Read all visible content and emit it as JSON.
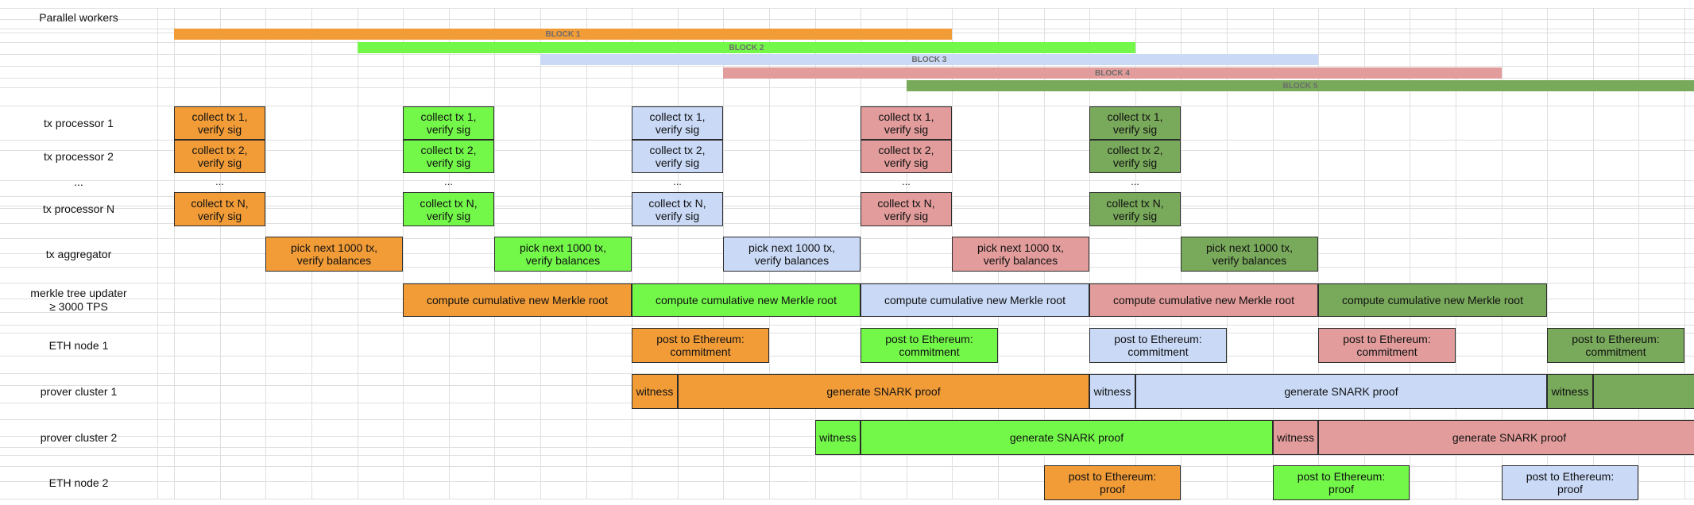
{
  "colors": {
    "orange": "#F29C38",
    "green": "#73F84A",
    "lightblue": "#C9D9F6",
    "pink": "#E19C9B",
    "darkgreen": "#79A95B",
    "grid": "#DFDFDF",
    "border": "#2B2B2B"
  },
  "header": {
    "title": "Parallel workers"
  },
  "blocks": [
    {
      "label": "BLOCK 1",
      "color": "orange"
    },
    {
      "label": "BLOCK 2",
      "color": "green"
    },
    {
      "label": "BLOCK 3",
      "color": "lightblue"
    },
    {
      "label": "BLOCK 4",
      "color": "pink"
    },
    {
      "label": "BLOCK 5",
      "color": "darkgreen"
    }
  ],
  "rows": [
    {
      "id": "tx1",
      "label": "tx processor 1"
    },
    {
      "id": "tx2",
      "label": "tx processor 2"
    },
    {
      "id": "txdots",
      "label": "..."
    },
    {
      "id": "txN",
      "label": "tx processor N"
    },
    {
      "id": "agg",
      "label": "tx aggregator"
    },
    {
      "id": "merkle",
      "label": "merkle tree updater\n≥ 3000 TPS"
    },
    {
      "id": "eth1",
      "label": "ETH node 1"
    },
    {
      "id": "prover1",
      "label": "prover cluster 1"
    },
    {
      "id": "prover2",
      "label": "prover cluster 2"
    },
    {
      "id": "eth2",
      "label": "ETH node 2"
    }
  ],
  "texts": {
    "collect1": "collect tx 1,\nverify sig",
    "collect2": "collect tx 2,\nverify sig",
    "collectN": "collect tx N,\nverify sig",
    "dots": "...",
    "pick": "pick next 1000 tx,\nverify balances",
    "merkle": "compute cumulative new Merkle root",
    "postCommit": "post to Ethereum:\ncommitment",
    "witness": "witness",
    "snark": "generate SNARK proof",
    "postProof": "post to Ethereum:\nproof"
  }
}
